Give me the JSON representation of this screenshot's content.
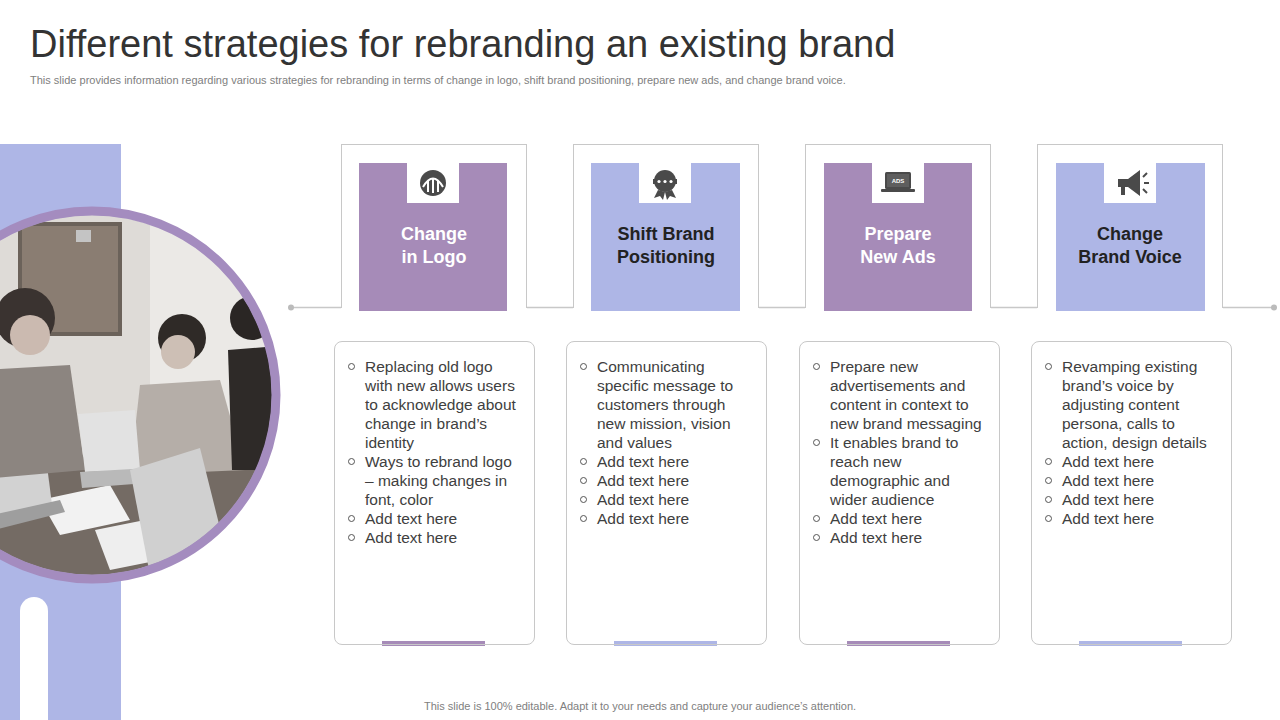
{
  "diagram": {
    "title": "Different strategies for rebranding an existing brand",
    "nodes": [
      {
        "text": [
          "Change in Logo"
        ]
      },
      {
        "text": [
          "Shift Brand Positioning"
        ]
      },
      {
        "text": [
          "Prepare New Ads"
        ]
      },
      {
        "text": [
          "Change Brand Voice"
        ]
      },
      {
        "text": [
          "Replacing old logo with new allows users to acknowledge about change in brand’s identity",
          "Ways to rebrand logo – making changes in font, color",
          "Add text here",
          "Add text here"
        ]
      },
      {
        "text": [
          "Communicating specific message to customers through new mission, vision and values",
          "Add text here",
          "Add text here",
          "Add text here",
          "Add text here"
        ]
      },
      {
        "text": [
          "Prepare new advertisements and content in context to new brand messaging",
          "It enables brand to reach new demographic and wider audience",
          "Add text here",
          "Add text here"
        ]
      },
      {
        "text": [
          "Revamping existing brand’s voice by adjusting content persona, calls to action, design details",
          "Add text here",
          "Add text here",
          "Add text here",
          "Add text here"
        ]
      }
    ],
    "edges": [
      {
        "from": 0,
        "to": 1,
        "arrow": "none"
      },
      {
        "from": 1,
        "to": 2,
        "arrow": "none"
      },
      {
        "from": 2,
        "to": 3,
        "arrow": "none"
      }
    ],
    "labels": [
      "This slide provides information regarding various strategies for rebranding in terms of change in logo, shift brand positioning, prepare new ads, and change brand voice.",
      "This slide is 100% editable. Adapt it to your needs and capture your audience’s attention.",
      "ADS"
    ]
  }
}
